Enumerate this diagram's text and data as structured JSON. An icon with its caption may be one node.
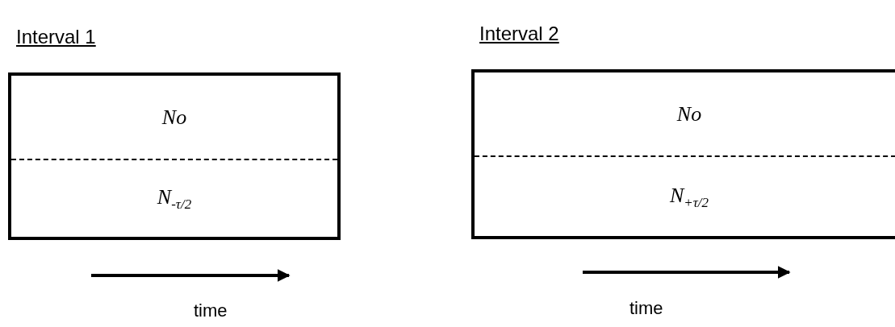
{
  "diagram": {
    "nodes": [
      {
        "text": [
          "Interval 1"
        ]
      },
      {
        "text": [
          "No"
        ],
        "in": 0
      },
      {
        "text": [
          "N$_{-τ/2}$"
        ],
        "in": 0
      },
      {
        "text": [
          "Interval 2"
        ]
      },
      {
        "text": [
          "No"
        ],
        "in": 3
      },
      {
        "text": [
          "N$_{+τ/2}$"
        ],
        "in": 3
      }
    ],
    "edges": [],
    "labels": [
      "time",
      "time"
    ]
  }
}
